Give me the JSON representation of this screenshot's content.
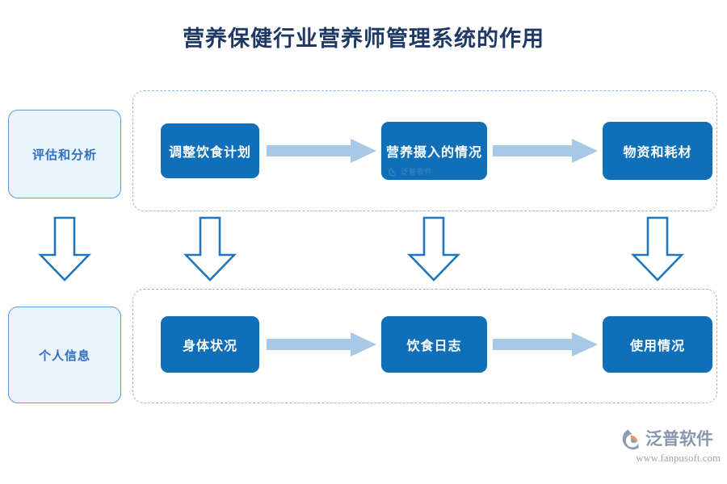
{
  "title": "营养保健行业营养师管理系统的作用",
  "theme": {
    "title_color": "#1f3864",
    "process_fill": "#0f6fb8",
    "process_text": "#ffffff",
    "category_fill": "#eaf2fb",
    "category_border": "#5b9bd5",
    "category_text": "#2e6fc0",
    "dashed_border": "#8fb8dc",
    "h_arrow_fill": "#a8c8e6",
    "v_arrow_stroke": "#1f76bd",
    "v_arrow_fill": "#ffffff",
    "background": "#ffffff"
  },
  "groups": {
    "top": {
      "category_label": "评估和分析",
      "steps": [
        {
          "label": "调整饮食计划"
        },
        {
          "label": "营养摄入的情况",
          "watermark": "泛普软件"
        },
        {
          "label": "物资和耗材"
        }
      ]
    },
    "bottom": {
      "category_label": "个人信息",
      "steps": [
        {
          "label": "身体状况"
        },
        {
          "label": "饮食日志"
        },
        {
          "label": "使用情况"
        }
      ]
    }
  },
  "brand": {
    "name": "泛普软件",
    "url": "www.fanpusoft.com",
    "mark_colors": {
      "body": "#8e9bb0",
      "accent": "#e8956b"
    }
  }
}
